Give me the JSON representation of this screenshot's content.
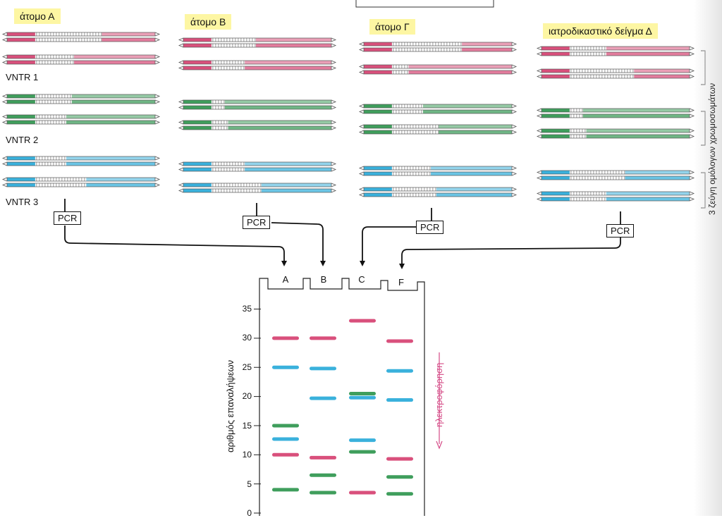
{
  "individuals": [
    {
      "label": "άτομο Α"
    },
    {
      "label": "άτομο Β"
    },
    {
      "label": "άτομο Γ"
    },
    {
      "label": "ιατροδικαστικό δείγμα Δ"
    }
  ],
  "vntr_labels": [
    "VNTR 1",
    "VNTR 2",
    "VNTR 3"
  ],
  "side_caption": "3 ζεύγη ομόλογων χρωμοσωμάτων",
  "pcr_label": "PCR",
  "gel": {
    "lanes": [
      "A",
      "B",
      "C",
      "F"
    ],
    "y_axis_label": "αριθμός επαναλήψεων",
    "y_ticks": [
      "0",
      "5",
      "10",
      "15",
      "20",
      "25",
      "30",
      "35"
    ],
    "electrophoresis_label": "ηλεκτροφόρηση"
  },
  "colors": {
    "vntr1": "#d9507c",
    "vntr2": "#3f9e5c",
    "vntr3": "#3ab1dc",
    "label_bg": "#fdf6a3",
    "electro_arrow": "#d44a86"
  },
  "chart_data": {
    "type": "gel",
    "lanes": [
      "A",
      "B",
      "C",
      "F"
    ],
    "ylabel": "αριθμός επαναλήψεων",
    "ylim": [
      0,
      35
    ],
    "series": [
      {
        "marker": "VNTR 1",
        "color": "#d9507c",
        "values": {
          "A": [
            30,
            10
          ],
          "B": [
            30,
            9.5
          ],
          "C": [
            33,
            3.5
          ],
          "F": [
            29.5,
            9.3
          ]
        }
      },
      {
        "marker": "VNTR 2",
        "color": "#3f9e5c",
        "values": {
          "A": [
            15,
            4
          ],
          "B": [
            6.5,
            3.5
          ],
          "C": [
            20.5,
            10.5
          ],
          "F": [
            6.2,
            3.3
          ]
        }
      },
      {
        "marker": "VNTR 3",
        "color": "#3ab1dc",
        "values": {
          "A": [
            25,
            12.7
          ],
          "B": [
            24.8,
            19.7
          ],
          "C": [
            19.8,
            12.5
          ],
          "F": [
            24.4,
            19.4
          ]
        }
      }
    ]
  }
}
